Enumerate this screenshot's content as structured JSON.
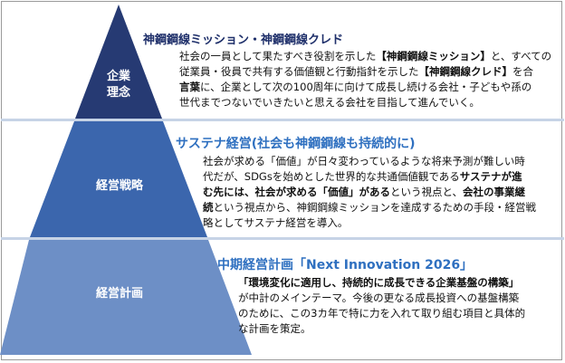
{
  "colors": {
    "tier_top": "#263a73",
    "tier_middle": "#3b66ad",
    "tier_bottom": "#6d8fc6",
    "divider": "#c6d3e6",
    "heading_dark": "#1e2f6a",
    "heading_blue": "#2f70c0"
  },
  "tiers": [
    {
      "label_lines": [
        "企業",
        "理念"
      ],
      "heading": "神鋼鋼線ミッション・神鋼鋼線クレド",
      "body_lines": [
        [
          {
            "t": "社会の一員として果たすべき役割を示した"
          },
          {
            "t": "【神鋼鋼線ミッション】",
            "b": true
          },
          {
            "t": "と、すべての"
          }
        ],
        [
          {
            "t": "従業員・役員で共有する価値観と行動指針を示した"
          },
          {
            "t": "【神鋼鋼線クレド】",
            "b": true
          },
          {
            "t": "を合"
          }
        ],
        [
          {
            "t": "言葉",
            "b": true
          },
          {
            "t": "に、企業として次の100周年に向けて成長し続ける会社・子どもや孫の"
          }
        ],
        [
          {
            "t": "世代までつないでいきたいと思える会社を目指して進んでいく。"
          }
        ]
      ]
    },
    {
      "label_lines": [
        "経営戦略"
      ],
      "heading": "サステナ経営(社会も神鋼鋼線も持続的に)",
      "body_lines": [
        [
          {
            "t": "社会が求める「価値」が日々変わっているような将来予測が難しい時"
          }
        ],
        [
          {
            "t": "代だが、SDGsを始めとした世界的な共通価値観である"
          },
          {
            "t": "サステナが進",
            "b": true
          }
        ],
        [
          {
            "t": "む先には、社会が求める「価値」がある",
            "b": true
          },
          {
            "t": "という視点と、"
          },
          {
            "t": "会社の事業継",
            "b": true
          }
        ],
        [
          {
            "t": "続",
            "b": true
          },
          {
            "t": "という視点から、神鋼鋼線ミッションを達成するための手段・経営戦"
          }
        ],
        [
          {
            "t": "略としてサステナ経営を導入。"
          }
        ]
      ]
    },
    {
      "label_lines": [
        "経営計画"
      ],
      "heading": "中期経営計画「Next Innovation 2026」",
      "body_lines": [
        [
          {
            "t": "「環境変化に適用し、持続的に成長できる企業基盤の構築」",
            "b": true
          }
        ],
        [
          {
            "t": "が中計のメインテーマ。今後の更なる成長投資への基盤構築"
          }
        ],
        [
          {
            "t": "のために、この3カ年で特に力を入れて取り組む項目と具体的"
          }
        ],
        [
          {
            "t": "な計画を策定。"
          }
        ]
      ]
    }
  ]
}
